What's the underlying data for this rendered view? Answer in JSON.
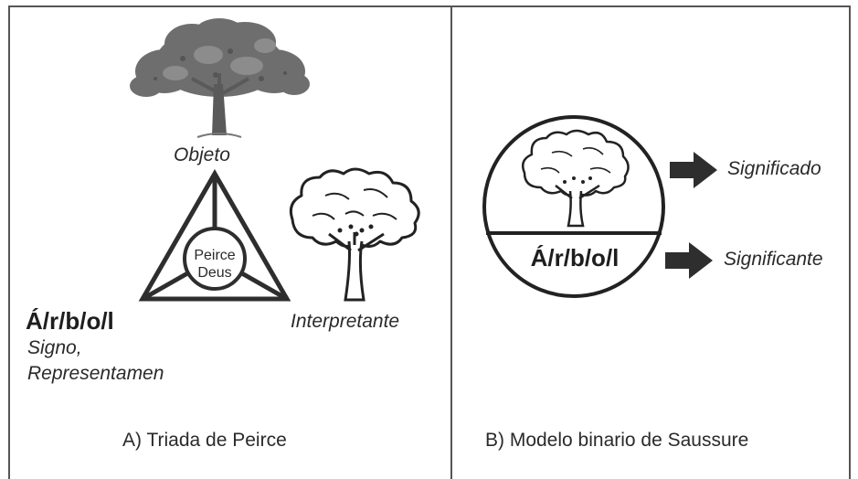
{
  "panel_a": {
    "object_label": "Objeto",
    "center_line1": "Peirce",
    "center_line2": "Deus",
    "sign_word": "Á/r/b/o/l",
    "sign_label_line1": "Signo,",
    "sign_label_line2": "Representamen",
    "interpretant_label": "Interpretante",
    "caption": "A) Triada de Peirce"
  },
  "panel_b": {
    "signified_label": "Significado",
    "signifier_label": "Significante",
    "circle_word": "Á/r/b/o/l",
    "caption": "B) Modelo binario de Saussure"
  },
  "icons": [
    "leafy-tree-icon",
    "line-tree-icon",
    "arrow-right-icon"
  ]
}
